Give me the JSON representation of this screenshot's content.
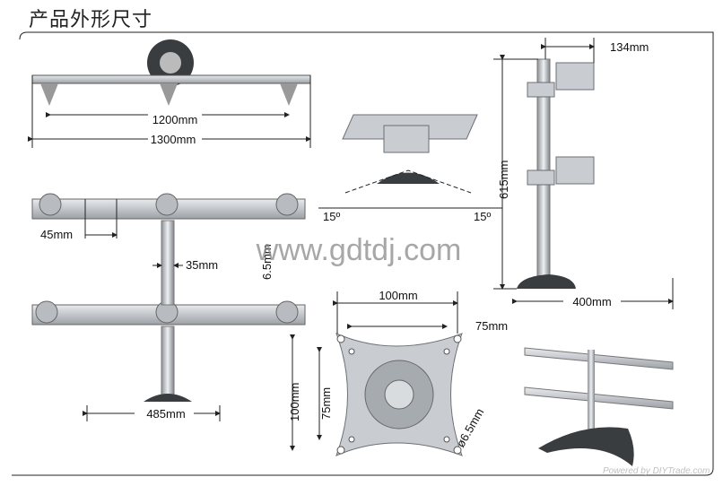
{
  "title": "产品外形尺寸",
  "watermark": "www.gdtdj.com",
  "footer": "Powered by DIYTrade.com",
  "dimensions": {
    "top_inner_width": "1200mm",
    "top_outer_width": "1300mm",
    "arm_spacing": "45mm",
    "pole_diameter": "35mm",
    "bar_thickness": "6.5mm",
    "base_width_front": "485mm",
    "tilt_left": "15º",
    "tilt_right": "15º",
    "height": "615mm",
    "arm_depth": "134mm",
    "base_depth": "400mm",
    "vesa_outer_h": "100mm",
    "vesa_inner_h": "75mm",
    "vesa_outer_v": "100mm",
    "vesa_inner_v": "75mm",
    "hole_diameter": "ø6.5mm"
  }
}
